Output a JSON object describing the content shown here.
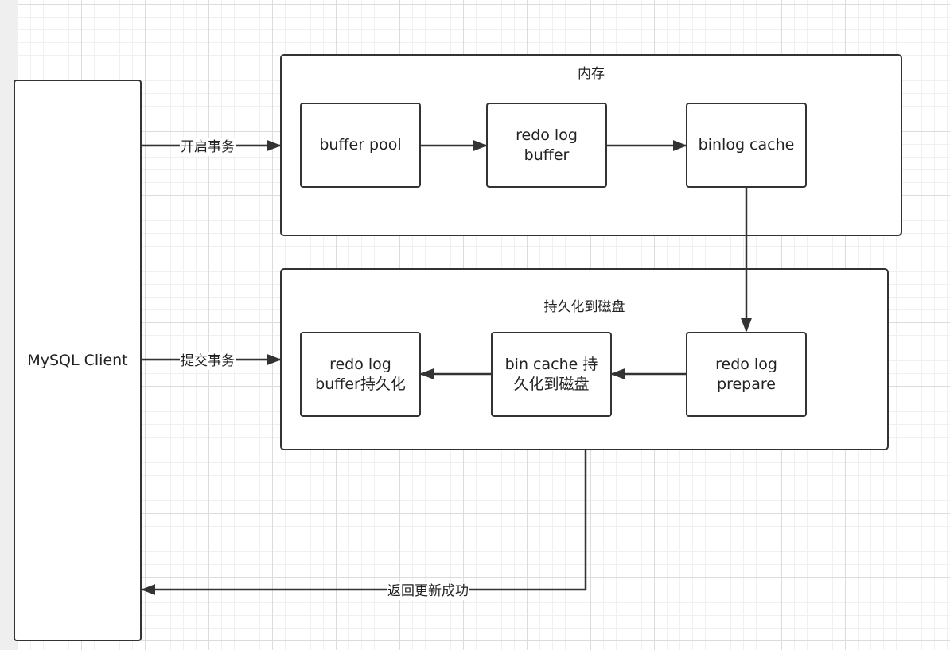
{
  "diagram": {
    "client": {
      "label": "MySQL Client"
    },
    "memory": {
      "title": "内存",
      "nodes": {
        "buffer_pool": "buffer pool",
        "redo_log_buffer": "redo log\nbuffer",
        "binlog_cache": "binlog cache"
      }
    },
    "disk": {
      "title": "持久化到磁盘",
      "nodes": {
        "redo_log_persist": "redo log\nbuffer持久化",
        "bin_cache_persist": "bin cache 持\n久化到磁盘",
        "redo_log_prepare": "redo log\nprepare"
      }
    },
    "edges": {
      "begin": "开启事务",
      "commit": "提交事务",
      "return": "返回更新成功"
    }
  },
  "colors": {
    "stroke": "#333333",
    "grid_major": "#dcdcdc",
    "grid_minor": "#f0f0f0"
  }
}
